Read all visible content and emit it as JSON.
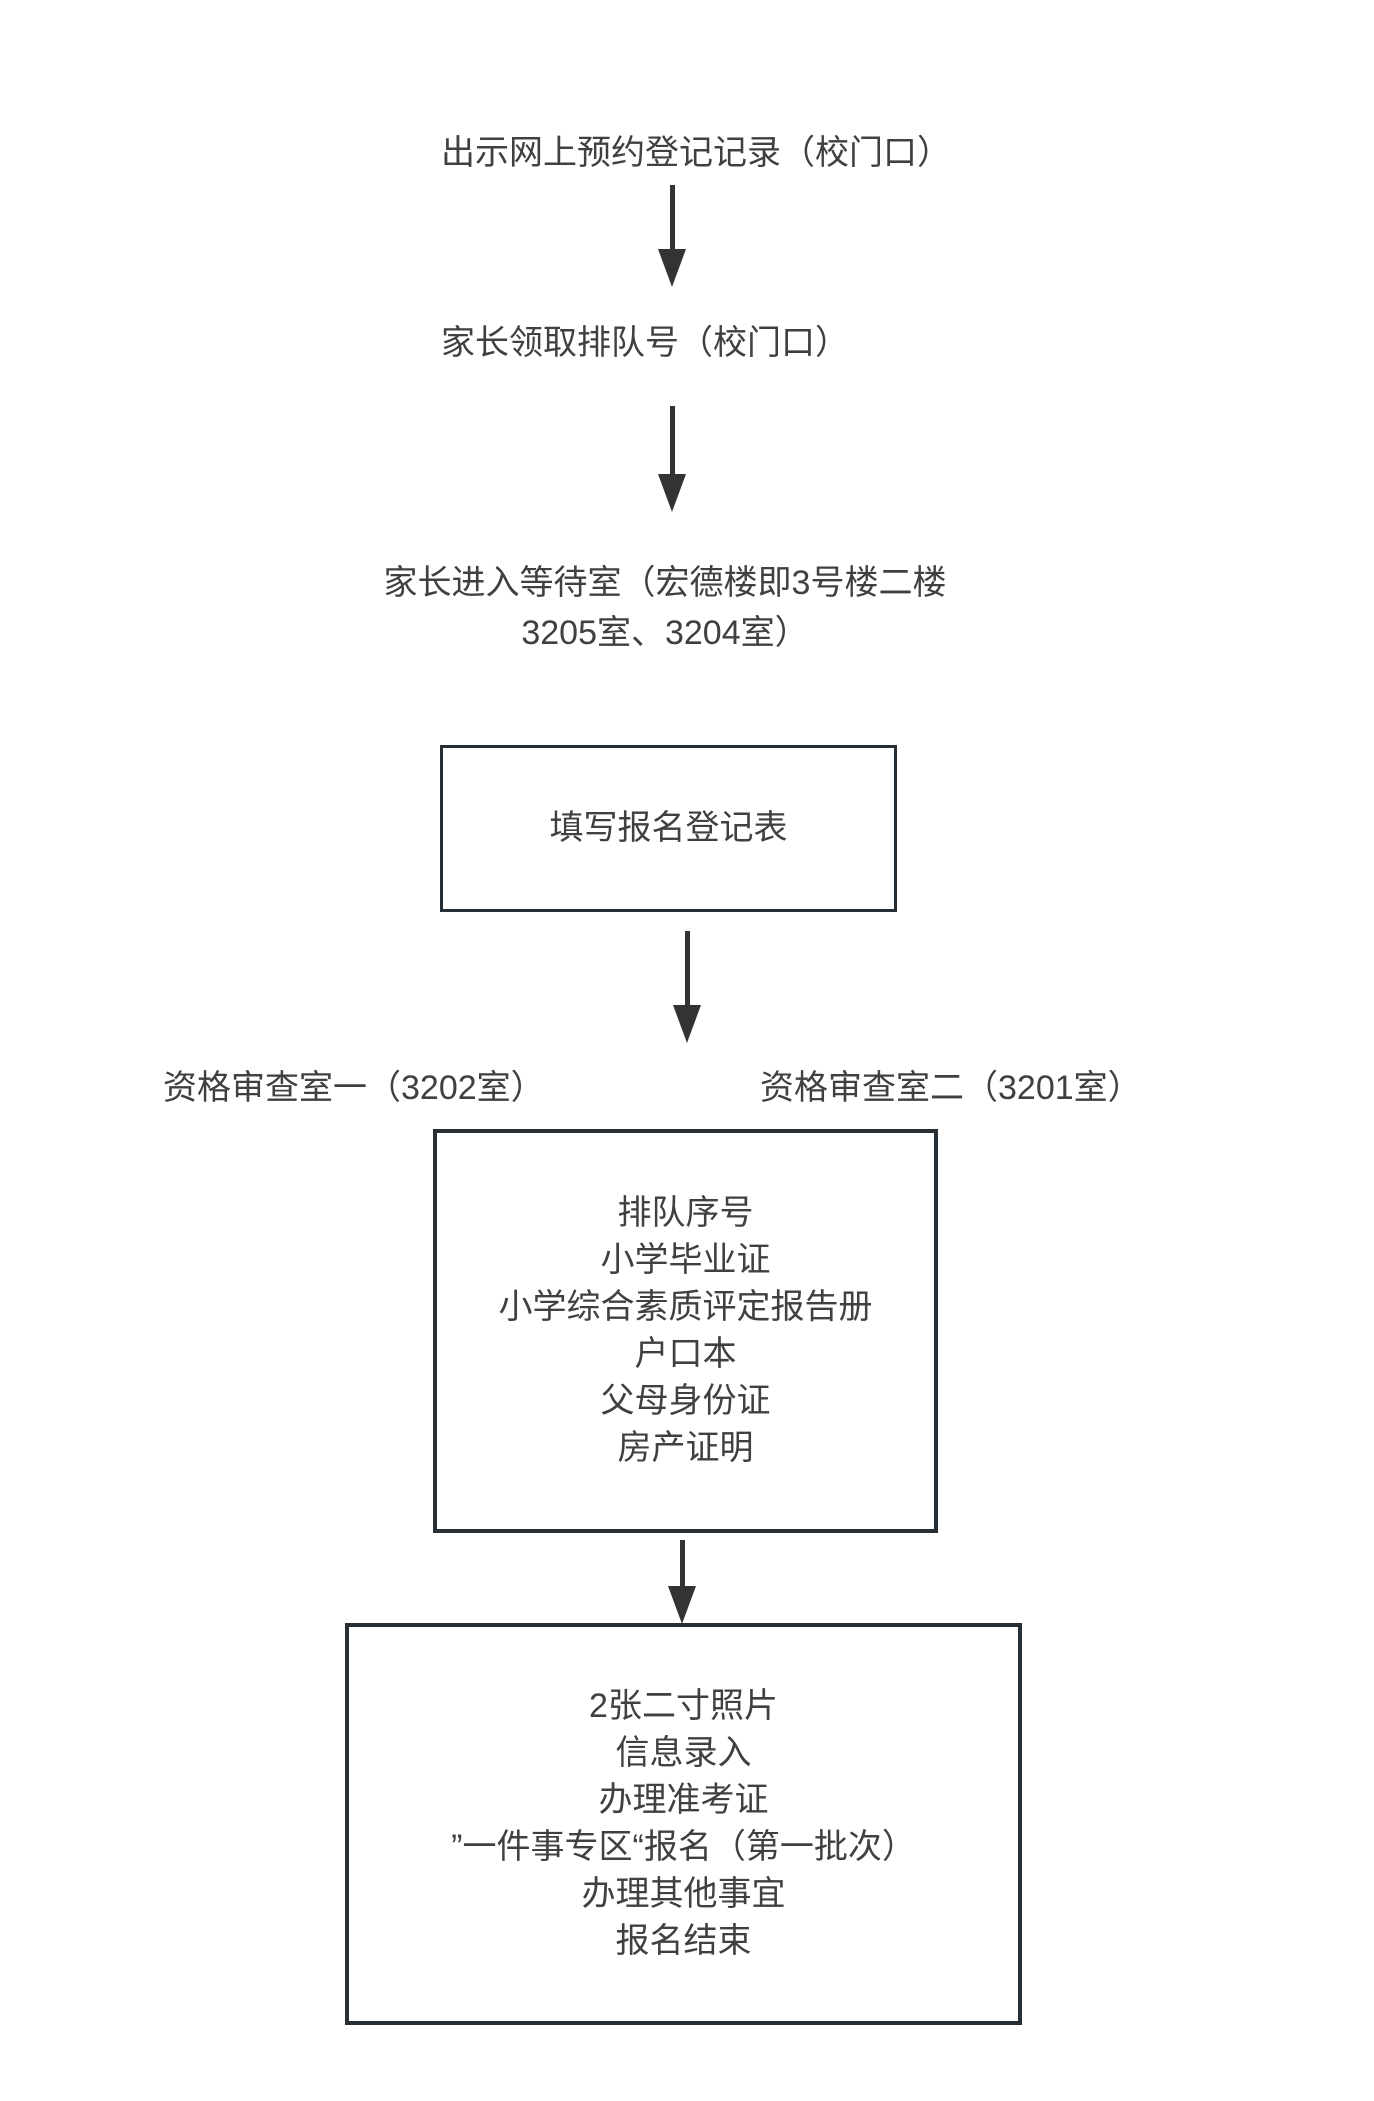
{
  "flow": {
    "step1": "出示网上预约登记记录（校门口）",
    "step2": "家长领取排队号（校门口）",
    "step3": {
      "line1": "家长进入等待室（宏德楼即3号楼二楼",
      "line2": "3205室、3204室）"
    },
    "box_fill_form": {
      "label": "填写报名登记表"
    },
    "labels": {
      "room1": "资格审查室一（3202室）",
      "room2": "资格审查室二（3201室）"
    },
    "box_documents": {
      "lines": [
        "排队序号",
        "小学毕业证",
        "小学综合素质评定报告册",
        "户口本",
        "父母身份证",
        "房产证明"
      ]
    },
    "box_final": {
      "lines": [
        "2张二寸照片",
        "信息录入",
        "办理准考证",
        "”一件事专区“报名（第一批次）",
        "办理其他事宜",
        "报名结束"
      ]
    }
  },
  "colors": {
    "text": "#404040",
    "border": "#262e36",
    "arrow": "#333333",
    "background": "#ffffff"
  }
}
